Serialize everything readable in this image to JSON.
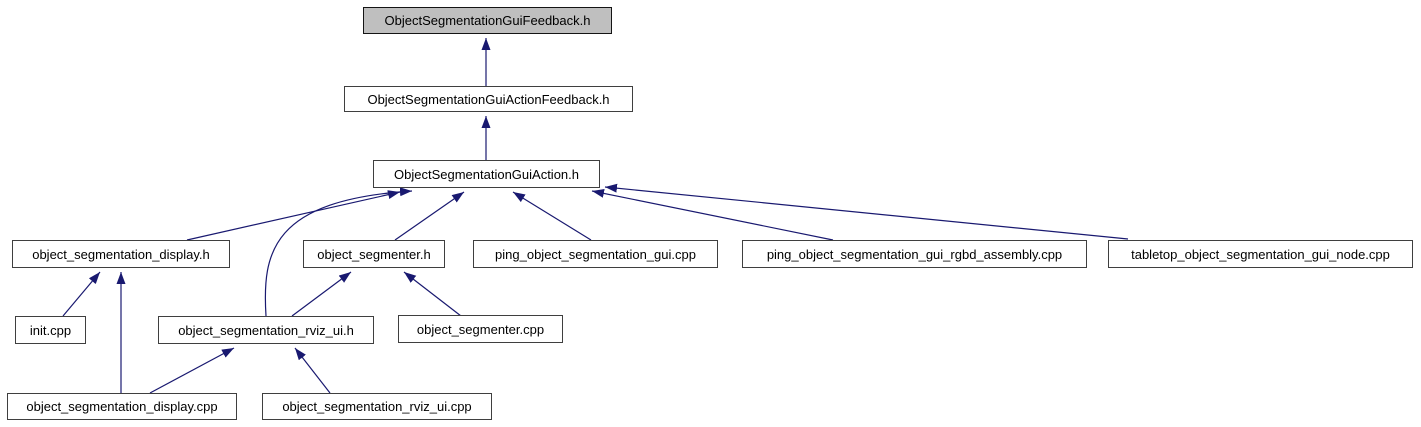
{
  "diagram": {
    "kind": "include-dependency-graph",
    "root_id": "feedback_h",
    "colors": {
      "background": "#ffffff",
      "edge": "#191970",
      "node_fill": "#ffffff",
      "node_border": "#3f3f3f",
      "root_fill": "#bfbfbf"
    },
    "nodes": [
      {
        "id": "feedback_h",
        "label": "ObjectSegmentationGuiFeedback.h"
      },
      {
        "id": "actionfeedback_h",
        "label": "ObjectSegmentationGuiActionFeedback.h"
      },
      {
        "id": "action_h",
        "label": "ObjectSegmentationGuiAction.h"
      },
      {
        "id": "display_h",
        "label": "object_segmentation_display.h"
      },
      {
        "id": "segmenter_h",
        "label": "object_segmenter.h"
      },
      {
        "id": "ping_gui_cpp",
        "label": "ping_object_segmentation_gui.cpp"
      },
      {
        "id": "rgbd_cpp",
        "label": "ping_object_segmentation_gui_rgbd_assembly.cpp"
      },
      {
        "id": "tabletop_cpp",
        "label": "tabletop_object_segmentation_gui_node.cpp"
      },
      {
        "id": "init_cpp",
        "label": "init.cpp"
      },
      {
        "id": "rviz_ui_h",
        "label": "object_segmentation_rviz_ui.h"
      },
      {
        "id": "segmenter_cpp",
        "label": "object_segmenter.cpp"
      },
      {
        "id": "display_cpp",
        "label": "object_segmentation_display.cpp"
      },
      {
        "id": "rviz_ui_cpp",
        "label": "object_segmentation_rviz_ui.cpp"
      }
    ],
    "edges": [
      {
        "from": "actionfeedback_h",
        "to": "feedback_h"
      },
      {
        "from": "action_h",
        "to": "actionfeedback_h"
      },
      {
        "from": "display_h",
        "to": "action_h"
      },
      {
        "from": "rviz_ui_h",
        "to": "action_h"
      },
      {
        "from": "segmenter_h",
        "to": "action_h"
      },
      {
        "from": "ping_gui_cpp",
        "to": "action_h"
      },
      {
        "from": "rgbd_cpp",
        "to": "action_h"
      },
      {
        "from": "tabletop_cpp",
        "to": "action_h"
      },
      {
        "from": "init_cpp",
        "to": "display_h"
      },
      {
        "from": "display_cpp",
        "to": "display_h"
      },
      {
        "from": "rviz_ui_h",
        "to": "segmenter_h"
      },
      {
        "from": "segmenter_cpp",
        "to": "segmenter_h"
      },
      {
        "from": "display_cpp",
        "to": "rviz_ui_h"
      },
      {
        "from": "rviz_ui_cpp",
        "to": "rviz_ui_h"
      }
    ]
  }
}
